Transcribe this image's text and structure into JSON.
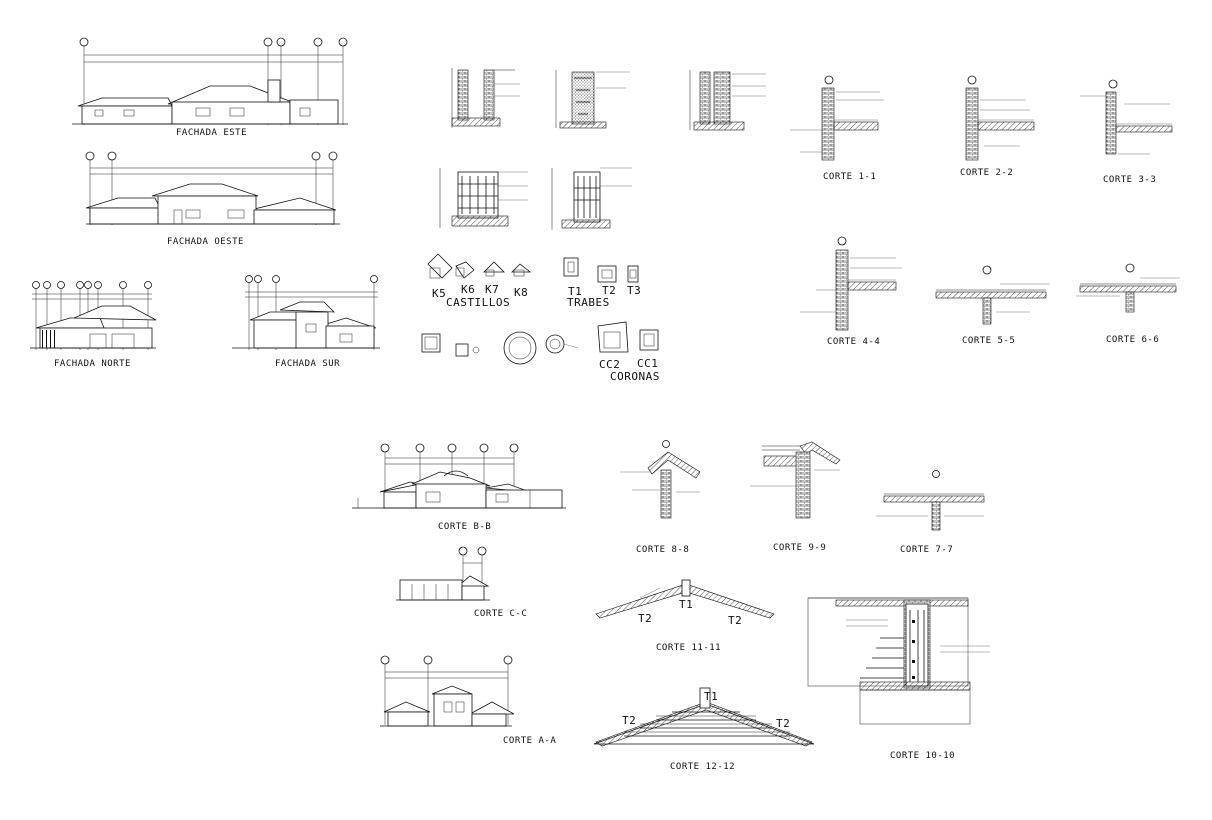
{
  "elevations": {
    "este": "FACHADA ESTE",
    "oeste": "FACHADA OESTE",
    "norte": "FACHADA NORTE",
    "sur": "FACHADA SUR"
  },
  "sections": {
    "b_b": "CORTE B-B",
    "c_c": "CORTE C-C",
    "a_a": "CORTE A-A",
    "c1": "CORTE 1-1",
    "c2": "CORTE 2-2",
    "c3": "CORTE 3-3",
    "c4": "CORTE 4-4",
    "c5": "CORTE 5-5",
    "c6": "CORTE 6-6",
    "c7": "CORTE 7-7",
    "c8": "CORTE 8-8",
    "c9": "CORTE 9-9",
    "c10": "CORTE 10-10",
    "c11": "CORTE 11-11",
    "c12": "CORTE 12-12"
  },
  "details": {
    "castillos_title": "CASTILLOS",
    "castillos": [
      "K5",
      "K6",
      "K7",
      "K8"
    ],
    "trabes_title": "TRABES",
    "trabes": [
      "T1",
      "T2",
      "T3"
    ],
    "coronas_title": "CORONAS",
    "coronas": [
      "CC2",
      "CC1"
    ]
  },
  "roof_marks": {
    "t1": "T1",
    "t2": "T2"
  }
}
